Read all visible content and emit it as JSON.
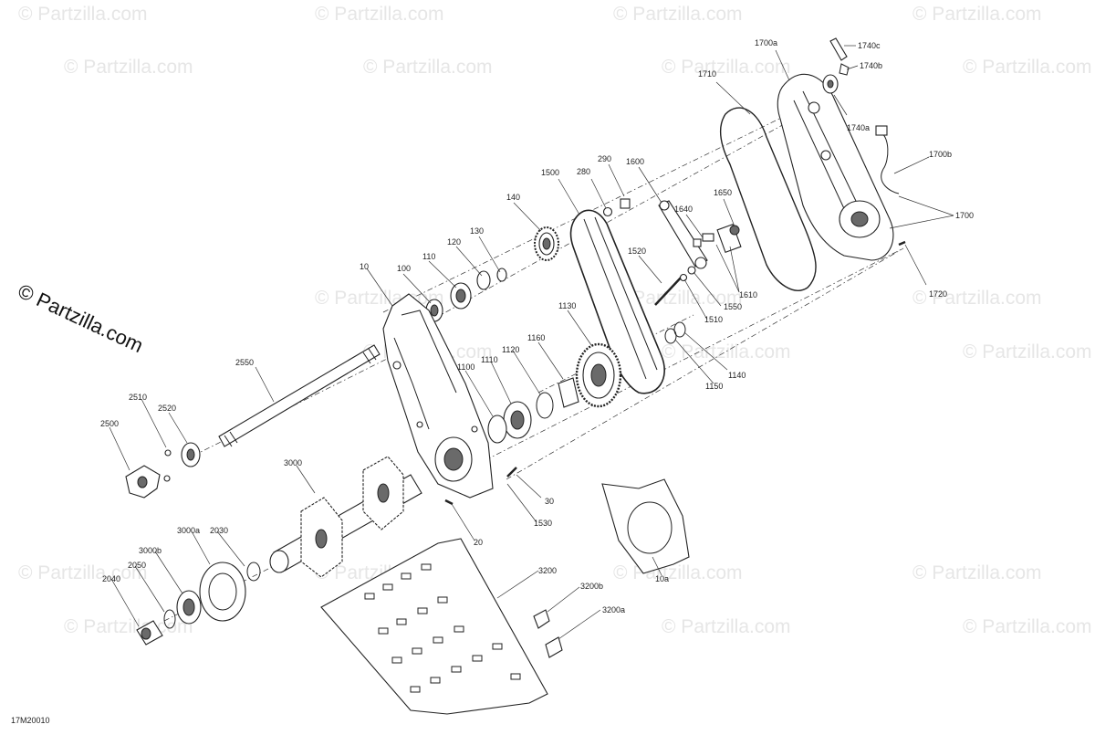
{
  "watermark": {
    "text": "© Partzilla.com"
  },
  "brand": {
    "text": "© Partzilla.com"
  },
  "drawing_code": "17M20010",
  "labels": {
    "l1700a": "1700a",
    "l1740c": "1740c",
    "l1740b": "1740b",
    "l1740a": "1740a",
    "l1700b": "1700b",
    "l1700": "1700",
    "l1720": "1720",
    "l1710": "1710",
    "l290": "290",
    "l280": "280",
    "l1600": "1600",
    "l1500": "1500",
    "l1650": "1650",
    "l1640": "1640",
    "l140": "140",
    "l130": "130",
    "l120": "120",
    "l110": "110",
    "l100": "100",
    "l10": "10",
    "l1520": "1520",
    "l1610": "1610",
    "l1550": "1550",
    "l1510": "1510",
    "l1130": "1130",
    "l1160": "1160",
    "l1120": "1120",
    "l1110": "1110",
    "l1100": "1100",
    "l1140": "1140",
    "l1150": "1150",
    "l2550": "2550",
    "l2510": "2510",
    "l2520": "2520",
    "l2500": "2500",
    "l3000": "3000",
    "l30": "30",
    "l1530": "1530",
    "l20": "20",
    "l3000a": "3000a",
    "l2030": "2030",
    "l3000b": "3000b",
    "l2050": "2050",
    "l2040": "2040",
    "l3200": "3200",
    "l3200b": "3200b",
    "l3200a": "3200a",
    "l10a": "10a"
  }
}
